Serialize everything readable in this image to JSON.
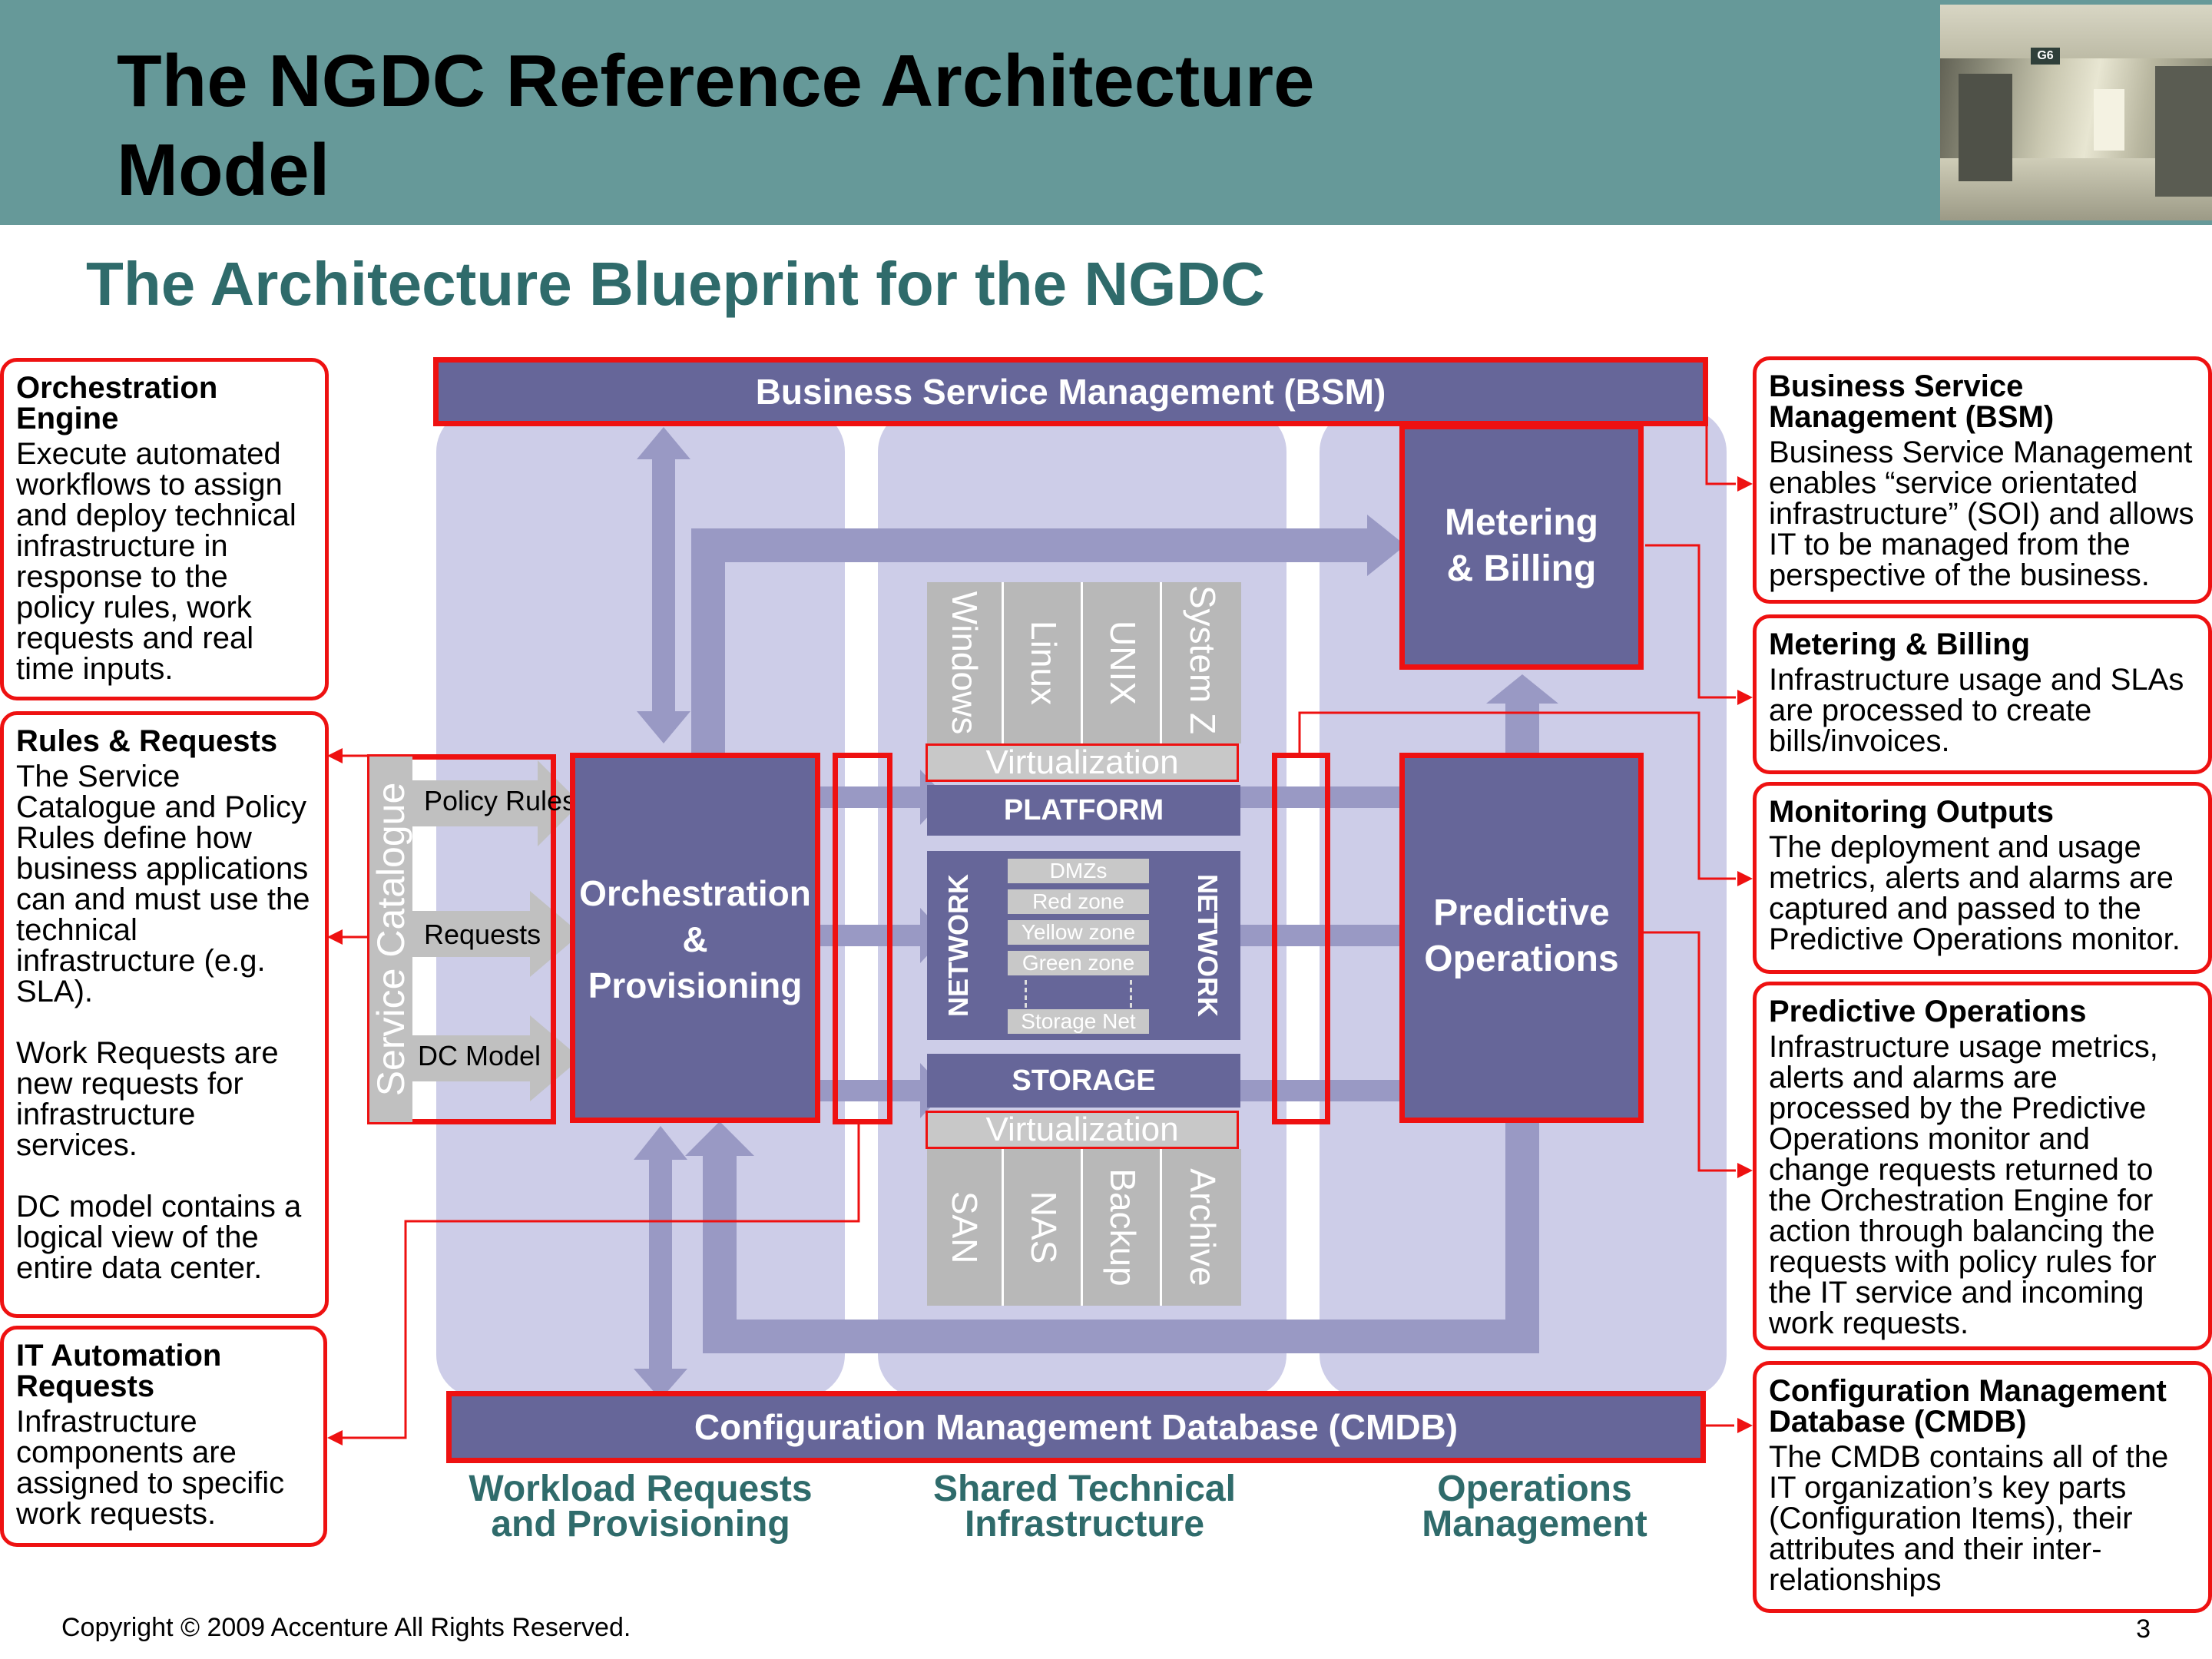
{
  "header": {
    "title_line1": "The NGDC Reference Architecture",
    "title_line2": "Model",
    "photo_sign": "G6"
  },
  "subtitle": "The Architecture Blueprint for the NGDC",
  "bsm_bar": "Business Service Management (BSM)",
  "cmdb_bar": "Configuration Management Database (CMDB)",
  "metering": "Metering & Billing",
  "predictive": "Predictive Operations",
  "orchestration": {
    "line1": "Orchestration",
    "line2": "&",
    "line3": "Provisioning"
  },
  "service_catalogue": "Service Catalogue",
  "catalogue_arrows": [
    "Policy Rules",
    "Requests",
    "DC Model"
  ],
  "os_columns": [
    "Windows",
    "Linux",
    "UNIX",
    "System Z"
  ],
  "virtualization": "Virtualization",
  "platform": "PLATFORM",
  "network": "NETWORK",
  "zones": [
    "DMZs",
    "Red zone",
    "Yellow zone",
    "Green zone",
    "Storage Net"
  ],
  "storage": "STORAGE",
  "storage_columns": [
    "SAN",
    "NAS",
    "Backup",
    "Archive"
  ],
  "lane_labels": [
    {
      "line1": "Workload Requests",
      "line2": "and Provisioning"
    },
    {
      "line1": "Shared Technical",
      "line2": "Infrastructure"
    },
    {
      "line1": "Operations",
      "line2": "Management"
    }
  ],
  "left_boxes": [
    {
      "heading": "Orchestration Engine",
      "body": "Execute automated workflows to assign and deploy technical infrastructure in response to the policy rules, work requests and real time inputs."
    },
    {
      "heading": "Rules & Requests",
      "body1": "The Service Catalogue and Policy Rules define how business applications can and must use the technical infrastructure (e.g. SLA).",
      "body2": "Work Requests are new requests for infrastructure services.",
      "body3": "DC model contains a logical view of the entire data center."
    },
    {
      "heading": "IT Automation Requests",
      "body": "Infrastructure components are assigned to specific work requests."
    }
  ],
  "right_boxes": [
    {
      "heading": "Business Service Management (BSM)",
      "body": "Business Service Management enables “service orientated infrastructure” (SOI) and allows IT to be managed from the perspective of the business."
    },
    {
      "heading": "Metering & Billing",
      "body": "Infrastructure usage and SLAs are processed to create bills/invoices."
    },
    {
      "heading": "Monitoring Outputs",
      "body": "The deployment and usage metrics, alerts and alarms are captured and passed to the Predictive Operations monitor."
    },
    {
      "heading": "Predictive Operations",
      "body": "Infrastructure usage metrics, alerts and alarms are processed by the Predictive Operations monitor and change requests returned to the Orchestration Engine for action through  balancing the requests with policy rules for the IT service and incoming work requests."
    },
    {
      "heading": "Configuration Management Database (CMDB)",
      "body": "The CMDB contains all of the IT organization’s key parts (Configuration Items), their attributes and their inter-relationships"
    }
  ],
  "footer": {
    "copyright": "Copyright © 2009 Accenture All Rights Reserved.",
    "page_number": "3"
  },
  "colors": {
    "header": "#669999",
    "box": "#666699",
    "lane": "#cdcde8",
    "arrow": "#9999c4",
    "red": "#ee1111",
    "teal_text": "#2f6b6b"
  }
}
